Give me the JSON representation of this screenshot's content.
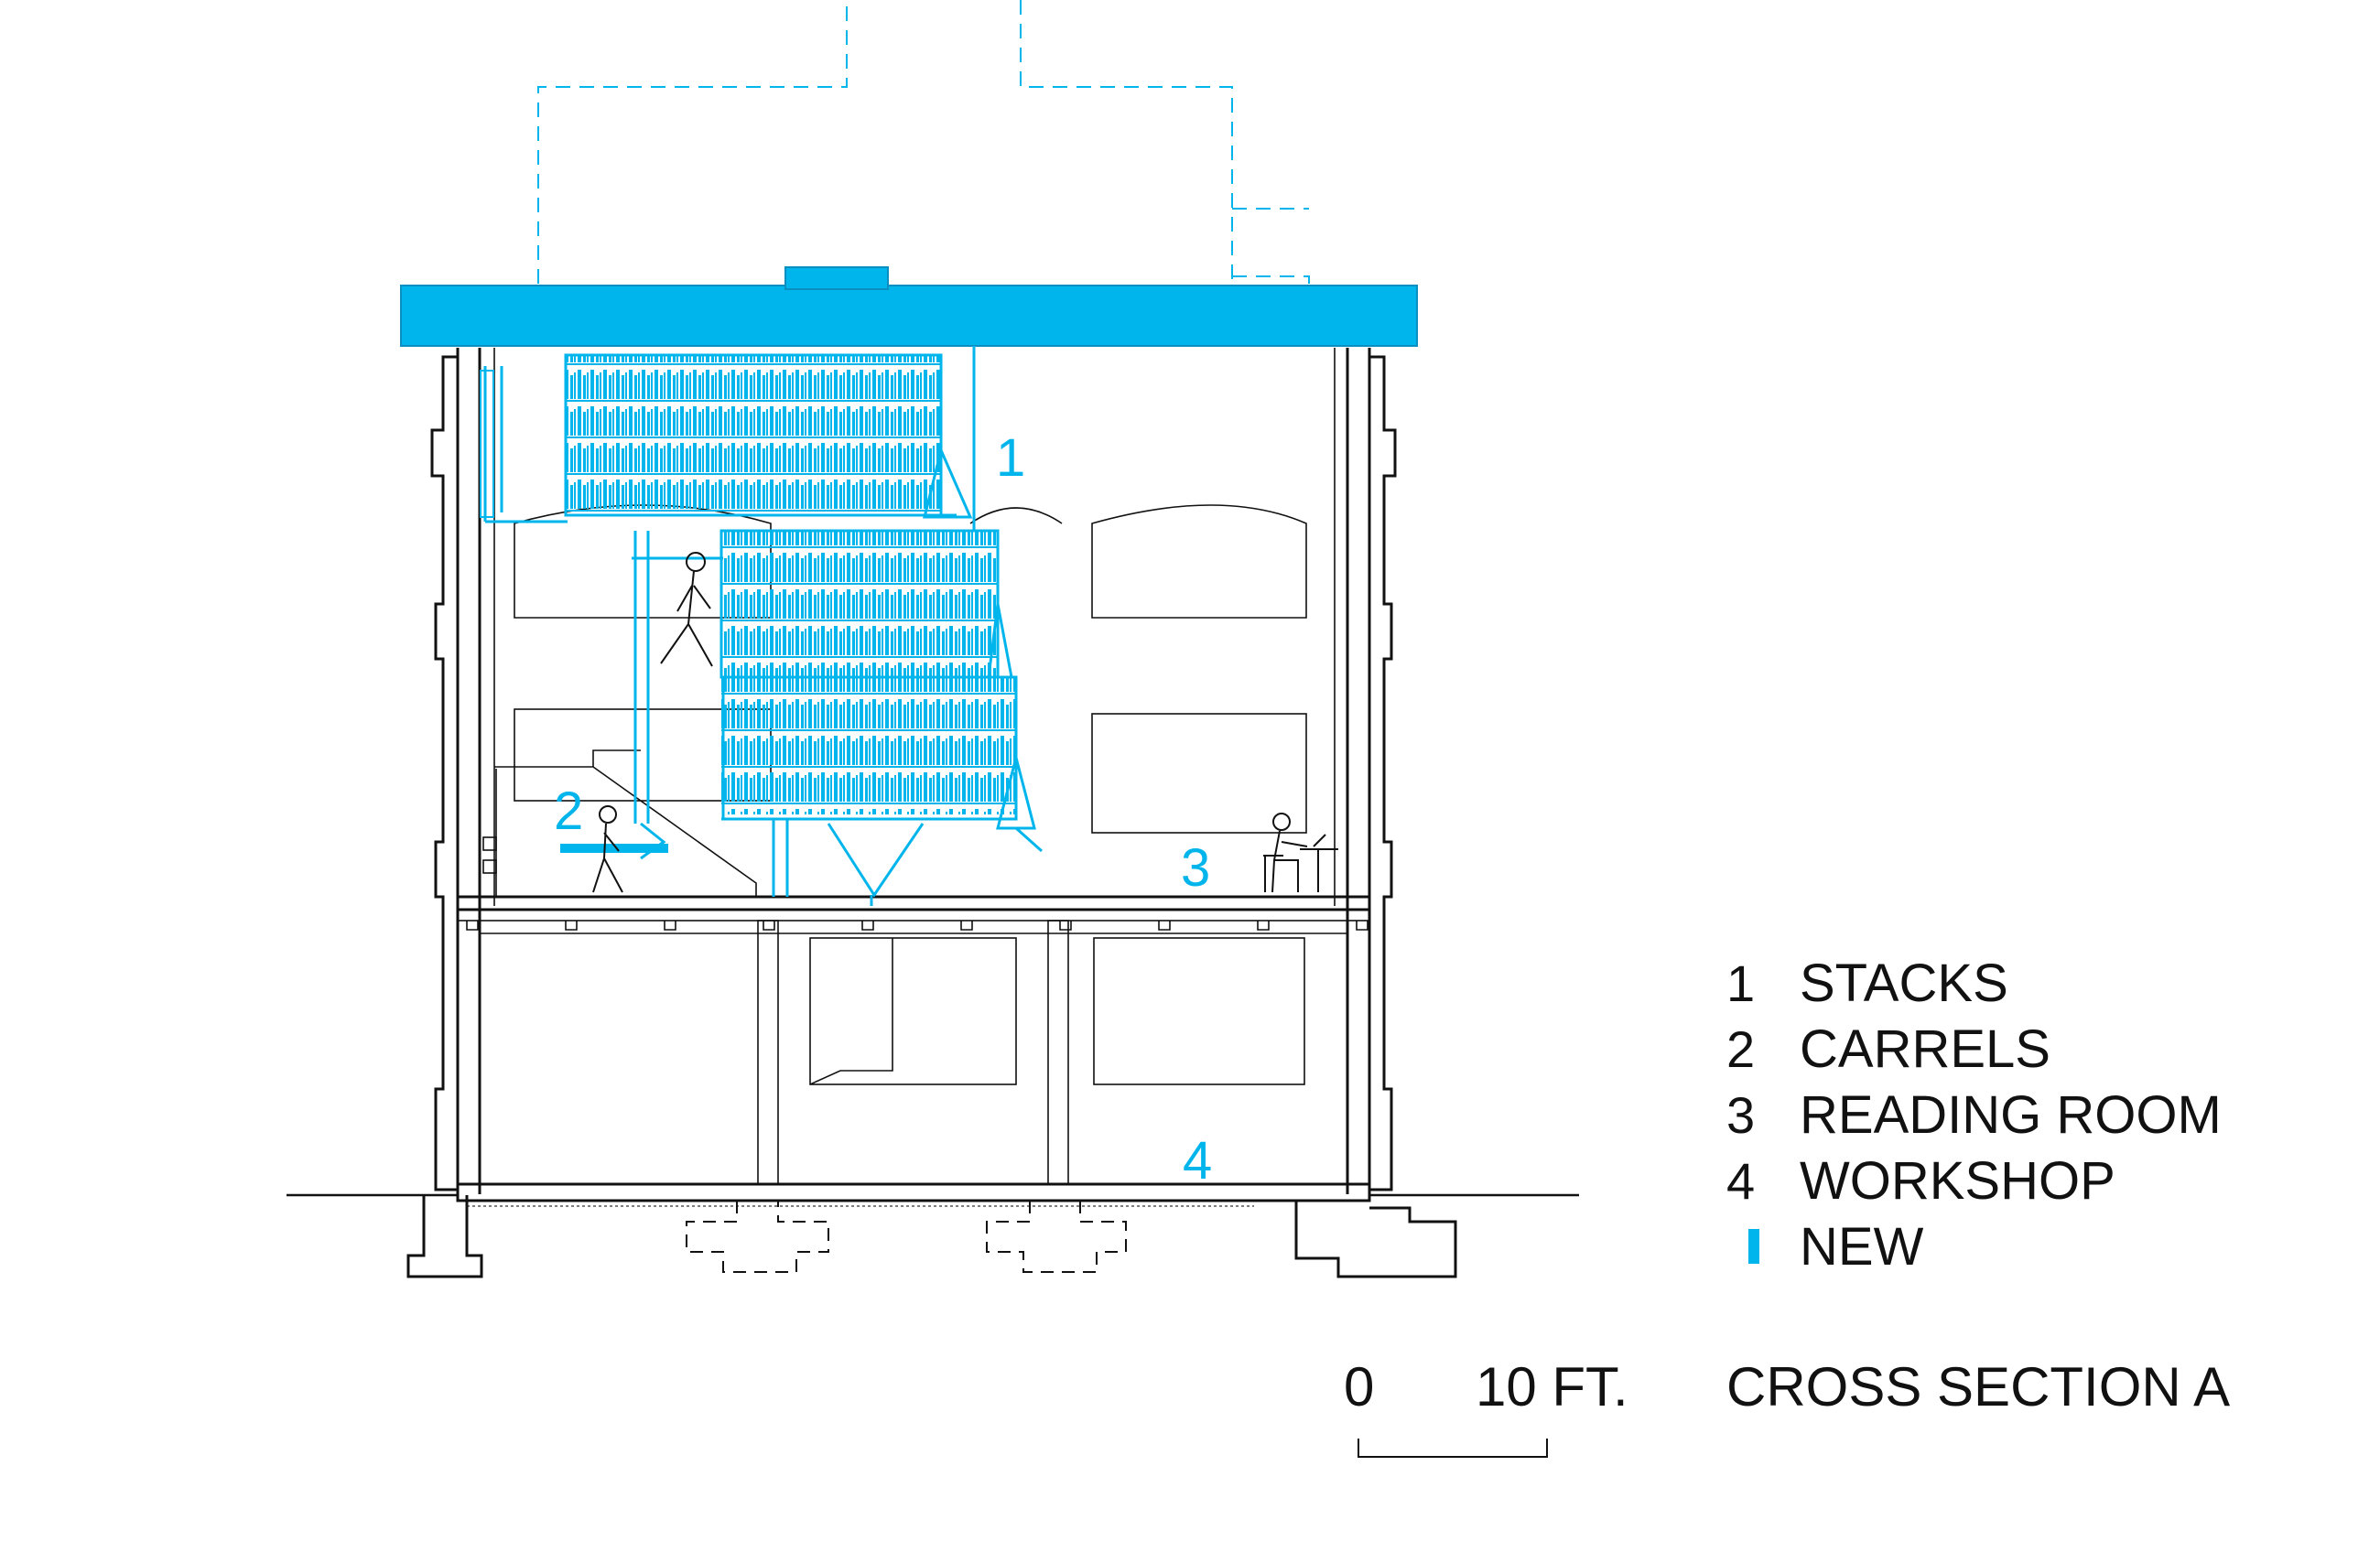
{
  "colors": {
    "new": "#00b5ec",
    "line": "#111111",
    "background": "#ffffff"
  },
  "zone_markers": [
    "1",
    "2",
    "3",
    "4"
  ],
  "legend": [
    {
      "number": "1",
      "text": "STACKS"
    },
    {
      "number": "2",
      "text": "CARRELS"
    },
    {
      "number": "3",
      "text": "READING ROOM"
    },
    {
      "number": "4",
      "text": "WORKSHOP"
    },
    {
      "number": "",
      "text": "NEW"
    }
  ],
  "scale_bar": {
    "start_label": "0",
    "end_label": "10 FT."
  },
  "title": "CROSS SECTION A"
}
